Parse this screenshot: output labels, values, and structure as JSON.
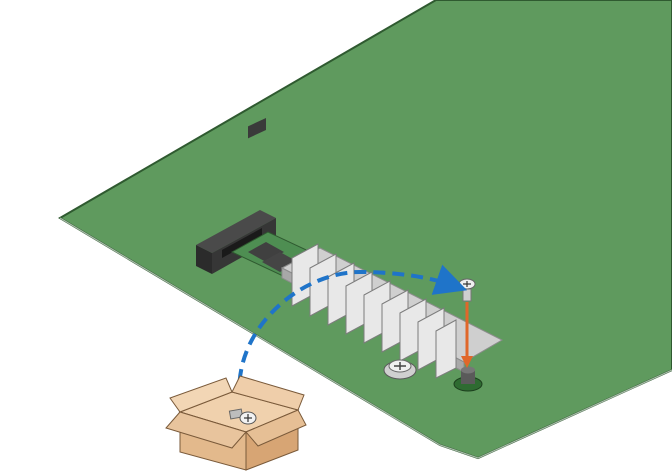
{
  "figure": {
    "description_text": "",
    "parts": {
      "board": {
        "name": "motherboard",
        "color": "#5f9a5e",
        "edge_color": "#2f5a30"
      },
      "connector": {
        "name": "m2-connector",
        "color": "#3a3a3a"
      },
      "heatsink": {
        "name": "heatsink",
        "color": "#d6d6d6",
        "fin_count": 9
      },
      "module_pcb": {
        "name": "m2-module-board",
        "color": "#4e8e52"
      },
      "screw": {
        "name": "retention-screw",
        "color": "#e0e0e0"
      },
      "standoff": {
        "name": "standoff",
        "color": "#555555"
      },
      "box": {
        "name": "parts-box",
        "color": "#e7c39b"
      }
    },
    "arrows": {
      "curved": {
        "name": "move-screw-arrow",
        "color": "#1f74c9",
        "style": "dashed"
      },
      "vertical": {
        "name": "insert-screw-arrow",
        "color": "#e0672a"
      }
    }
  }
}
